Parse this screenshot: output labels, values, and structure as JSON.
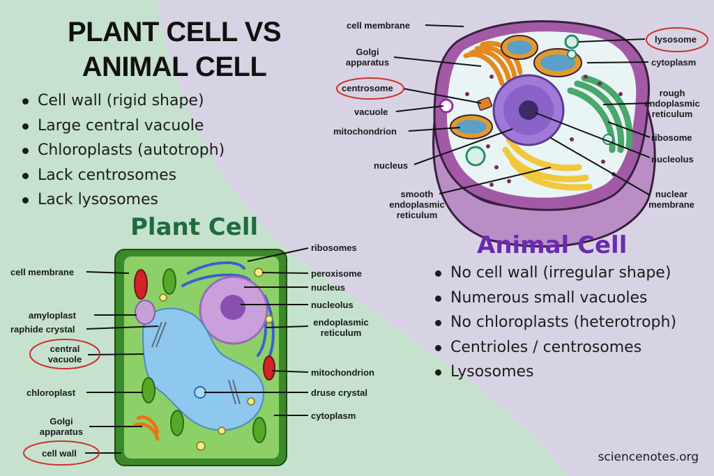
{
  "title": {
    "line1": "PLANT CELL VS",
    "line2": "ANIMAL CELL"
  },
  "plant_traits": [
    "Cell wall (rigid shape)",
    "Large central vacuole",
    "Chloroplasts (autotroph)",
    "Lack centrosomes",
    "Lack lysosomes"
  ],
  "animal_traits": [
    "No cell wall (irregular shape)",
    "Numerous small vacuoles",
    "No chloroplasts (heterotroph)",
    "Centrioles / centrosomes",
    "Lysosomes"
  ],
  "plant_heading": "Plant Cell",
  "animal_heading": "Animal Cell",
  "plant_labels": {
    "ribosomes": "ribosomes",
    "cell_membrane": "cell membrane",
    "peroxisome": "peroxisome",
    "nucleus": "nucleus",
    "nucleolus": "nucleolus",
    "amyloplast": "amyloplast",
    "raphide_crystal": "raphide crystal",
    "er_line1": "endoplasmic",
    "er_line2": "reticulum",
    "central_vacuole_line1": "central",
    "central_vacuole_line2": "vacuole",
    "mitochondrion": "mitochondrion",
    "chloroplast": "chloroplast",
    "druse_crystal": "druse crystal",
    "cytoplasm": "cytoplasm",
    "golgi_line1": "Golgi",
    "golgi_line2": "apparatus",
    "cell_wall": "cell wall"
  },
  "animal_labels": {
    "cell_membrane": "cell membrane",
    "lysosome": "lysosome",
    "golgi_line1": "Golgi",
    "golgi_line2": "apparatus",
    "cytoplasm": "cytoplasm",
    "centrosome": "centrosome",
    "rough_er_line1": "rough",
    "rough_er_line2": "endoplasmic",
    "rough_er_line3": "reticulum",
    "vacuole": "vacuole",
    "mitochondrion": "mitochondrion",
    "ribosome": "ribosome",
    "nucleus": "nucleus",
    "nucleolus": "nucleolus",
    "smooth_er_line1": "smooth",
    "smooth_er_line2": "endoplasmic",
    "smooth_er_line3": "reticulum",
    "nuclear_membrane_line1": "nuclear",
    "nuclear_membrane_line2": "membrane"
  },
  "credit": "sciencenotes.org",
  "colors": {
    "plant_bg": "#c6e2cf",
    "animal_bg": "#d8d3e4",
    "plant_heading": "#1f6b3e",
    "animal_heading": "#6a2bb0",
    "highlight_circle": "#c8322c",
    "cell_wall": "#3a8a2a",
    "cytoplasm_plant": "#8dd068",
    "vacuole": "#8ec8ef",
    "nucleus_plant": "#c9a0dc",
    "animal_membrane": "#a25aa6",
    "animal_cytoplasm": "#e9f4f5",
    "animal_nucleus": "#a07ad8"
  },
  "icons": {
    "bullet": "bullet-dot-icon"
  }
}
